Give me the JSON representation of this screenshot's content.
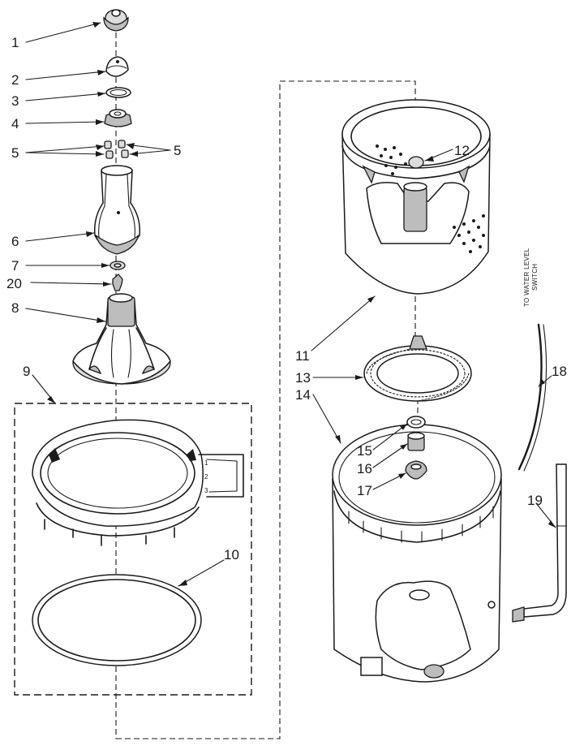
{
  "callouts": {
    "c1": "1",
    "c2": "2",
    "c3": "3",
    "c4": "4",
    "c5a": "5",
    "c5b": "5",
    "c6": "6",
    "c7": "7",
    "c20": "20",
    "c8": "8",
    "c9": "9",
    "c10": "10",
    "c11": "11",
    "c12": "12",
    "c13": "13",
    "c14": "14",
    "c15": "15",
    "c16": "16",
    "c17": "17",
    "c18": "18",
    "c19": "19"
  },
  "notes": {
    "water_level_line1": "TO WATER LEVEL",
    "water_level_line2": "SWITCH"
  },
  "colors": {
    "ink": "#1a1a1a",
    "shade": "#bdbdbd",
    "background": "#ffffff"
  }
}
